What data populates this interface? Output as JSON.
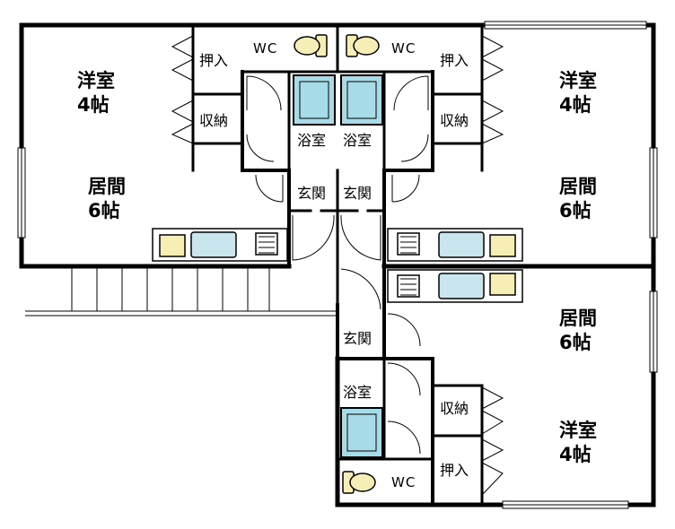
{
  "units": {
    "upper_left": {
      "western_room": {
        "name": "洋室",
        "size": "4帖"
      },
      "living_room": {
        "name": "居間",
        "size": "6帖"
      },
      "closet": "押入",
      "storage": "収納",
      "toilet": "WC",
      "bathroom": "浴室",
      "entrance": "玄関"
    },
    "upper_right": {
      "western_room": {
        "name": "洋室",
        "size": "4帖"
      },
      "living_room": {
        "name": "居間",
        "size": "6帖"
      },
      "closet": "押入",
      "storage": "収納",
      "toilet": "WC",
      "bathroom": "浴室",
      "entrance": "玄関"
    },
    "lower": {
      "western_room": {
        "name": "洋室",
        "size": "4帖"
      },
      "living_room": {
        "name": "居間",
        "size": "6帖"
      },
      "closet": "押入",
      "storage": "収納",
      "toilet": "WC",
      "bathroom": "浴室",
      "entrance": "玄関"
    }
  },
  "colors": {
    "wall": "#000000",
    "bathtub": "#a8dbe8",
    "toilet": "#f6eeb4",
    "sink": "#c9e6ee"
  }
}
